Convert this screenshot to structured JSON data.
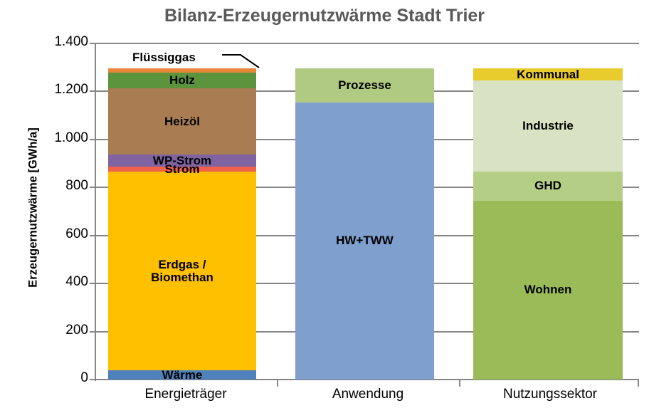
{
  "chart_data": {
    "type": "bar",
    "title": "Bilanz-Erzeugernutzwärme Stadt Trier",
    "xlabel": "",
    "ylabel": "Erzeugernutzwärme [GWh/a]",
    "ylim": [
      0,
      1400
    ],
    "yticks": [
      "0",
      "200",
      "400",
      "600",
      "800",
      "1.000",
      "1.200",
      "1.400"
    ],
    "ytick_values": [
      0,
      200,
      400,
      600,
      800,
      1000,
      1200,
      1400
    ],
    "grid": true,
    "legend": "none (segments labelled in place)",
    "stacked": true,
    "categories": [
      "Energieträger",
      "Anwendung",
      "Nutzungssektor"
    ],
    "columns": [
      {
        "category": "Energieträger",
        "total": 1295,
        "segments": [
          {
            "name": "Wärme",
            "value": 38,
            "color": "#4F81BD",
            "label": "Wärme",
            "label_visible": true
          },
          {
            "name": "Erdgas / Biomethan",
            "value": 828,
            "color": "#FFC000",
            "label": "Erdgas /\nBiomethan",
            "label_visible": true
          },
          {
            "name": "Strom",
            "value": 20,
            "color": "#F1624A",
            "label": "Strom",
            "label_visible": true
          },
          {
            "name": "WP-Strom",
            "value": 50,
            "color": "#8064A2",
            "label": "WP-Strom",
            "label_visible": true
          },
          {
            "name": "Heizöl",
            "value": 276,
            "color": "#A97C52",
            "label": "Heizöl",
            "label_visible": true
          },
          {
            "name": "Holz",
            "value": 65,
            "color": "#5B943C",
            "label": "Holz",
            "label_visible": true
          },
          {
            "name": "Flüssiggas",
            "value": 18,
            "color": "#E8873A",
            "label": "Flüssiggas",
            "label_visible": false
          }
        ]
      },
      {
        "category": "Anwendung",
        "total": 1295,
        "segments": [
          {
            "name": "HW+TWW",
            "value": 1155,
            "color": "#7F9FCE",
            "label": "HW+TWW",
            "label_visible": true
          },
          {
            "name": "Prozesse",
            "value": 140,
            "color": "#B0CA82",
            "label": "Prozesse",
            "label_visible": true
          }
        ]
      },
      {
        "category": "Nutzungssektor",
        "total": 1295,
        "segments": [
          {
            "name": "Wohnen",
            "value": 745,
            "color": "#9BBB59",
            "label": "Wohnen",
            "label_visible": true
          },
          {
            "name": "GHD",
            "value": 122,
            "color": "#B5CE86",
            "label": "GHD",
            "label_visible": true
          },
          {
            "name": "Industrie",
            "value": 380,
            "color": "#D9E2C3",
            "label": "Industrie",
            "label_visible": true
          },
          {
            "name": "Kommunal",
            "value": 48,
            "color": "#E8CC2E",
            "label": "Kommunal",
            "label_visible": true
          }
        ]
      }
    ],
    "annotations": [
      {
        "name": "fluessiggas-callout",
        "text": "Flüssiggas",
        "points_to": "Flüssiggas segment of Energieträger bar"
      }
    ]
  },
  "colors": {
    "title": "#595959",
    "axis": "#868686",
    "text": "#000000",
    "background": "#FFFFFF"
  }
}
